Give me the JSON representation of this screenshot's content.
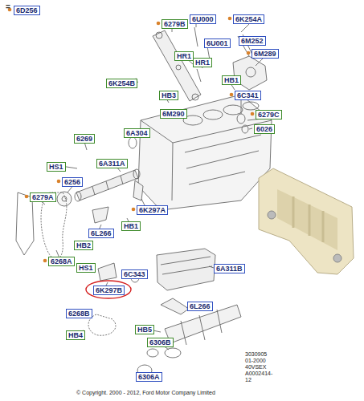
{
  "diagram": {
    "nodes": [
      {
        "text": [
          "6D256"
        ]
      },
      {
        "text": [
          "6279B"
        ]
      },
      {
        "text": [
          "6U000"
        ]
      },
      {
        "text": [
          "6K254A"
        ]
      },
      {
        "text": [
          "6M252"
        ]
      },
      {
        "text": [
          "6U001"
        ]
      },
      {
        "text": [
          "HR1"
        ]
      },
      {
        "text": [
          "HR1"
        ]
      },
      {
        "text": [
          "6M289"
        ]
      },
      {
        "text": [
          "6K254B"
        ]
      },
      {
        "text": [
          "HB1"
        ]
      },
      {
        "text": [
          "HB3"
        ]
      },
      {
        "text": [
          "6C341"
        ]
      },
      {
        "text": [
          "6M290"
        ]
      },
      {
        "text": [
          "6279C"
        ]
      },
      {
        "text": [
          "6026"
        ]
      },
      {
        "text": [
          "6A304"
        ]
      },
      {
        "text": [
          "6269"
        ]
      },
      {
        "text": [
          "HS1"
        ]
      },
      {
        "text": [
          "6A311A"
        ]
      },
      {
        "text": [
          "6256"
        ]
      },
      {
        "text": [
          "6279A"
        ]
      },
      {
        "text": [
          "6K297A"
        ]
      },
      {
        "text": [
          "HB1"
        ]
      },
      {
        "text": [
          "6L266"
        ]
      },
      {
        "text": [
          "HB2"
        ]
      },
      {
        "text": [
          "6268A"
        ]
      },
      {
        "text": [
          "HS1"
        ]
      },
      {
        "text": [
          "6C343"
        ]
      },
      {
        "text": [
          "6A311B"
        ]
      },
      {
        "text": [
          "6K297B"
        ]
      },
      {
        "text": [
          "6L266"
        ]
      },
      {
        "text": [
          "6268B"
        ]
      },
      {
        "text": [
          "HB4"
        ]
      },
      {
        "text": [
          "HB5"
        ]
      },
      {
        "text": [
          "6306B"
        ]
      },
      {
        "text": [
          "6306A"
        ]
      }
    ],
    "labels": [
      "=",
      "3030905 01-2000 40VSEX A0002414-12",
      "© Copyright. 2000 - 2012, Ford Motor Company Limited"
    ]
  }
}
